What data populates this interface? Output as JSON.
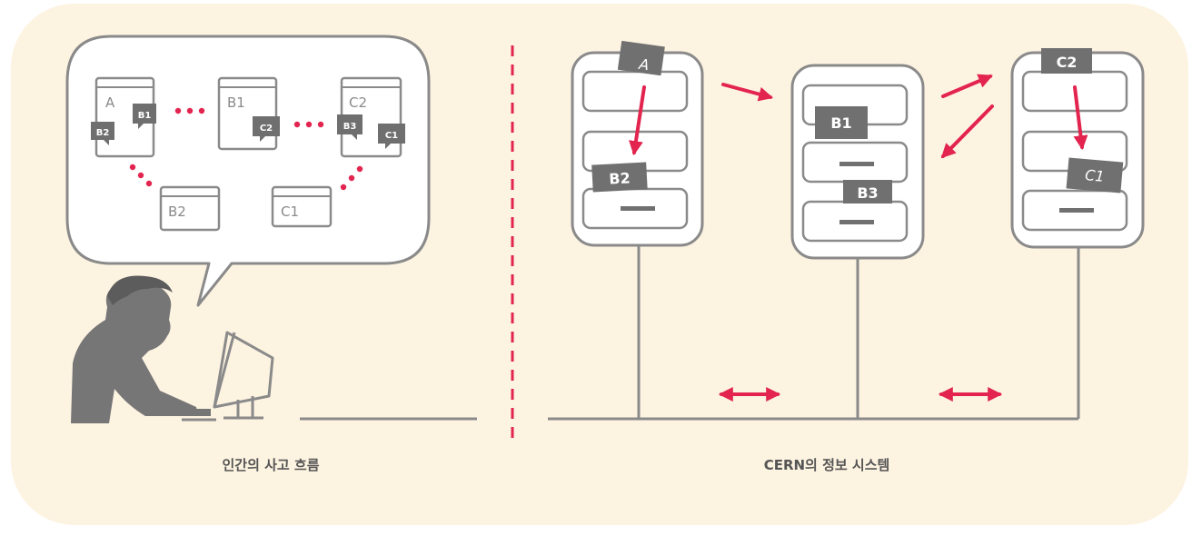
{
  "left_panel": {
    "caption": "인간의 사고 흐름",
    "bubble": {
      "cards": [
        {
          "title": "A"
        },
        {
          "title": "B1"
        },
        {
          "title": "C2"
        },
        {
          "title": "B2"
        },
        {
          "title": "C1"
        }
      ],
      "badges": [
        "B1",
        "B2",
        "C2",
        "B3",
        "C1"
      ]
    }
  },
  "right_panel": {
    "caption": "CERN의 정보 시스템",
    "stacks": [
      {
        "tabs": [
          "A",
          "B2"
        ]
      },
      {
        "tabs": [
          "B1",
          "B3"
        ]
      },
      {
        "tabs": [
          "C2",
          "C1"
        ]
      }
    ]
  },
  "colors": {
    "background": "#fdf3e1",
    "stroke": "#8a8a8a",
    "tab": "#707070",
    "accent": "#e2244f"
  }
}
